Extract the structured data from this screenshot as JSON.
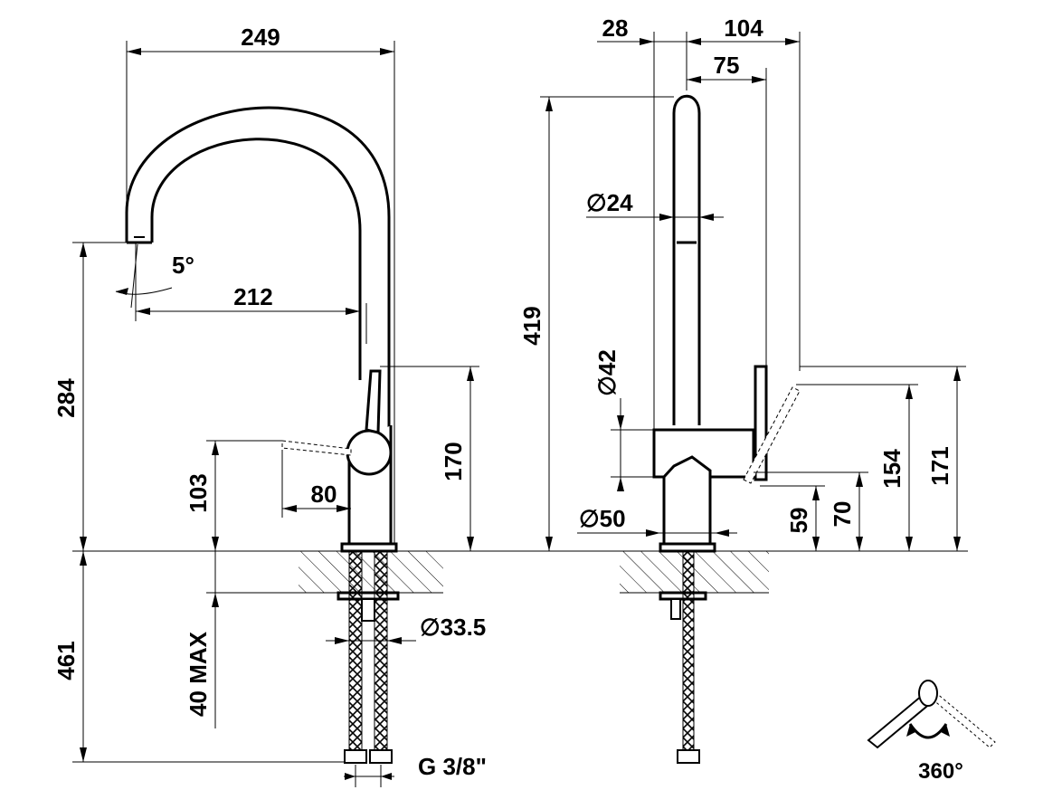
{
  "dimensions": {
    "front_width_total": "249",
    "front_spout_reach": "212",
    "front_spout_angle": "5°",
    "front_height_total": "284",
    "front_lever_height": "170",
    "front_lever_axis_height": "103",
    "front_lever_length": "80",
    "front_below_deck_total": "461",
    "front_deck_thickness_max": "40 MAX",
    "front_hole_diameter": "∅33.5",
    "front_connection_thread": "G 3/8\"",
    "side_offset_rear": "28",
    "side_depth_total": "104",
    "side_depth_lever": "75",
    "side_height_total": "419",
    "side_spout_diameter": "∅24",
    "side_body_diameter": "∅42",
    "side_base_diameter": "∅50",
    "side_lever_top_height": "171",
    "side_lever_tip_height": "154",
    "side_body_height": "70",
    "side_lever_base_height": "59",
    "swivel_rotation": "360°"
  },
  "colors": {
    "line": "#000000",
    "background": "#ffffff"
  }
}
